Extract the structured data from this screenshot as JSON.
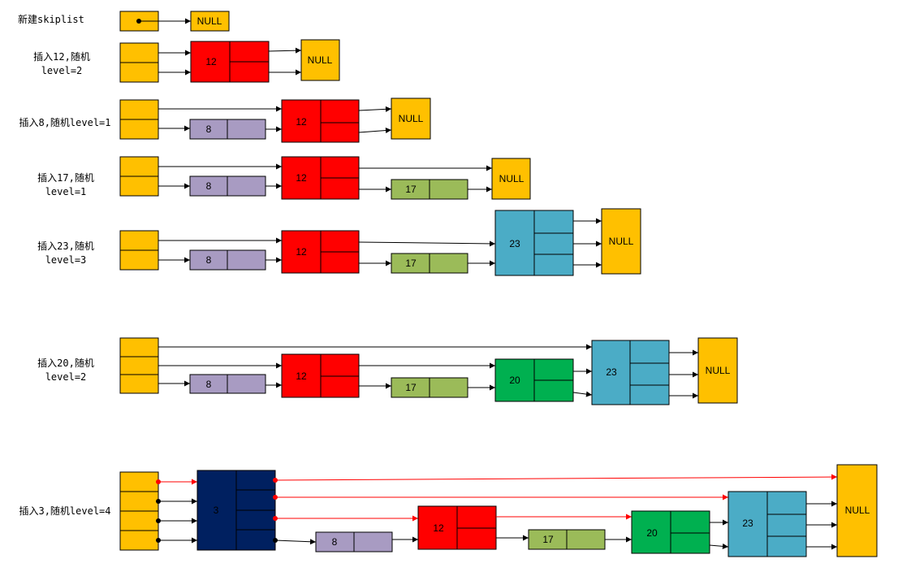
{
  "steps": [
    {
      "label": [
        "新建skiplist"
      ]
    },
    {
      "label": [
        "插入12,随机",
        "level=2"
      ]
    },
    {
      "label": [
        "插入8,随机level=1"
      ]
    },
    {
      "label": [
        "插入17,随机",
        "level=1"
      ]
    },
    {
      "label": [
        "插入23,随机",
        "level=3"
      ]
    },
    {
      "label": [
        "插入20,随机",
        "level=2"
      ]
    },
    {
      "label": [
        "插入3,随机level=4"
      ]
    }
  ],
  "values": {
    "null": "NULL",
    "v3": "3",
    "v8": "8",
    "v12": "12",
    "v17": "17",
    "v20": "20",
    "v23": "23"
  },
  "colors": {
    "head": "#FFC000",
    "null": "#FFC000",
    "n3": "#002060",
    "n8": "#A89BC2",
    "n12": "#FF0000",
    "n17": "#9BBB59",
    "n20": "#00B050",
    "n23": "#4BACC6",
    "highlight": "#FF0000"
  }
}
